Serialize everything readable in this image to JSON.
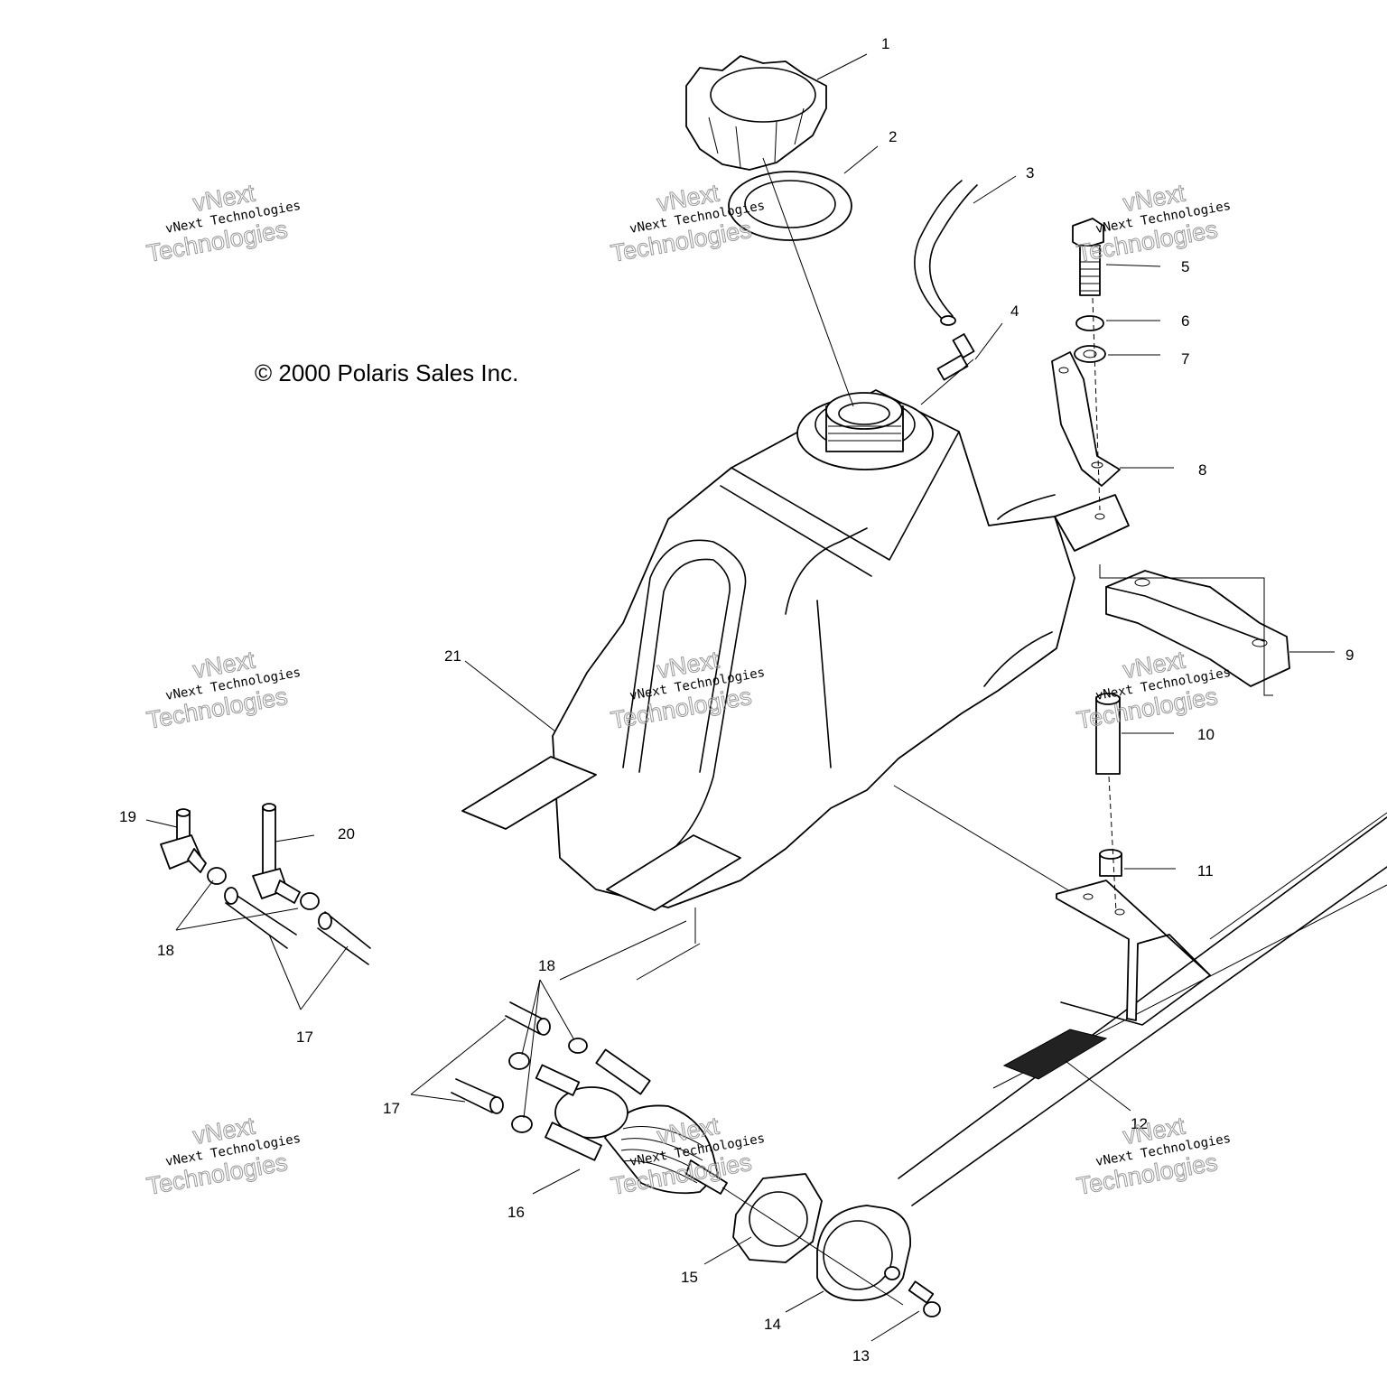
{
  "copyright": "© 2000 Polaris Sales Inc.",
  "watermark": {
    "top": "vNext",
    "middle": "vNext Technologies",
    "bottom": "Technologies"
  },
  "callouts": {
    "c1": "1",
    "c2": "2",
    "c3": "3",
    "c4": "4",
    "c5": "5",
    "c6": "6",
    "c7": "7",
    "c8": "8",
    "c9": "9",
    "c10": "10",
    "c11": "11",
    "c12": "12",
    "c13": "13",
    "c14": "14",
    "c15": "15",
    "c16": "16",
    "c17a": "17",
    "c17b": "17",
    "c18a": "18",
    "c18b": "18",
    "c19": "19",
    "c20": "20",
    "c21": "21"
  }
}
